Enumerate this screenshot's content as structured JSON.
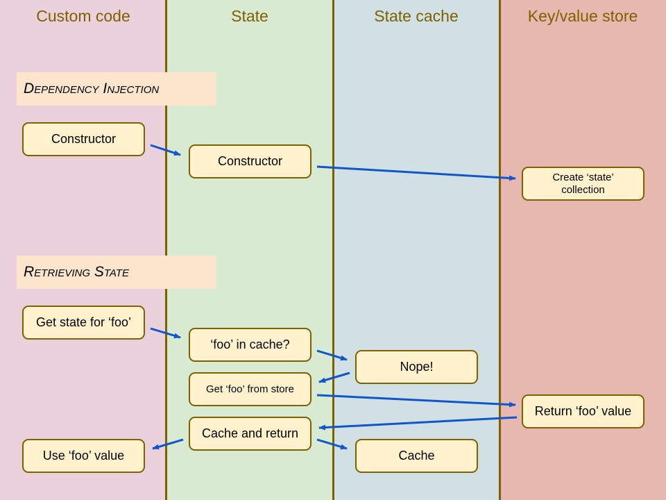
{
  "lanes": [
    {
      "title": "Custom code"
    },
    {
      "title": "State"
    },
    {
      "title": "State cache"
    },
    {
      "title": "Key/value store"
    }
  ],
  "colors": {
    "lane_custom": "#ead1dc",
    "lane_state": "#d9ead3",
    "lane_cache": "#d0e0e3",
    "lane_store": "#e6b8af",
    "divider": "#7f6000",
    "title_text": "#7f6000",
    "section_bg": "#fce5cd",
    "box_bg": "#fff2cc",
    "box_border": "#7f6000",
    "arrow": "#1155cc"
  },
  "sections": {
    "dependency_injection": "Dependency Injection",
    "retrieving_state": "Retrieving State"
  },
  "boxes": {
    "custom_constructor": "Constructor",
    "state_constructor": "Constructor",
    "create_state_collection": "Create ‘state’ collection",
    "get_state_for_foo": "Get state for ‘foo’",
    "foo_in_cache": "‘foo’ in cache?",
    "nope": "Nope!",
    "get_foo_from_store": "Get ‘foo’ from store",
    "return_foo_value": "Return ‘foo’ value",
    "cache_and_return": "Cache and return",
    "use_foo_value": "Use ‘foo’ value",
    "cache": "Cache"
  }
}
